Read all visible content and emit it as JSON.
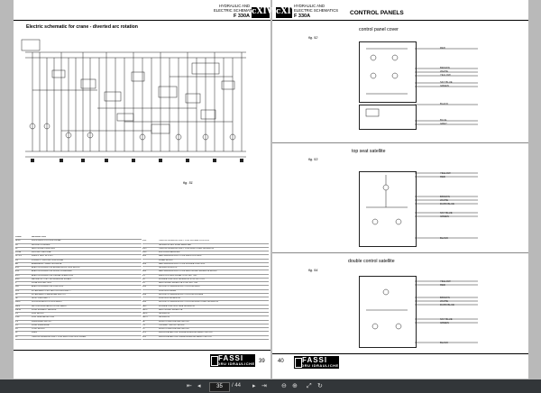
{
  "left_page": {
    "header_tag": "cXIV",
    "header_line1": "HYDRAULIC AND",
    "header_line2": "ELECTRIC SCHEMATICS",
    "model": "F 330A",
    "title": "Electric schematic for crane - diverted arc rotation",
    "figure": "fig. 51",
    "page_number": "39",
    "legend_header": {
      "code": "CODE",
      "description": "DESCRIPTION"
    },
    "legend_left": [
      {
        "code": "ALIM",
        "desc": "FASSI MAIN CONTROL PANEL"
      },
      {
        "code": "AV",
        "desc": "ACOUSTIC ALARM"
      },
      {
        "code": "LF",
        "desc": "ADDITIONAL FLASHING"
      },
      {
        "code": "FUSE",
        "desc": "PROTECTIVE FUSE"
      },
      {
        "code": "CH.1S",
        "desc": "LAMPS TEST 12 VOLT"
      },
      {
        "code": "D1",
        "desc": "POLARITY PROTECTION DIODE"
      },
      {
        "code": "ED",
        "desc": "EMERGENCY ELECTROVALVE"
      },
      {
        "code": "EV1",
        "desc": "ELECTROVALVE FOR ENABLING LIFTING BLOCK"
      },
      {
        "code": "EV2",
        "desc": "ELECTROVALVE FOR BOOM STABILIZER"
      },
      {
        "code": "EV3",
        "desc": "ELECTROVALVE FOR CRANE OPERATION"
      },
      {
        "code": "EV4",
        "desc": "DEVICE OF THE TWO WARNING ZONES"
      },
      {
        "code": "F",
        "desc": "FUSE PROTECTION"
      },
      {
        "code": "MG",
        "desc": "ELECTROVALVE FOR CONTROL"
      },
      {
        "code": "FC1",
        "desc": "INTELLIGENT PROTECTION PROXIMITY"
      },
      {
        "code": "FP",
        "desc": "INTELLIGENT PRESSURE SWITCH"
      },
      {
        "code": "SP",
        "desc": "SHIFT PROXIMITY"
      },
      {
        "code": "MRG",
        "desc": "CLOCKWISE ROTATION RELAY"
      },
      {
        "code": "MRS",
        "desc": "ANTICLOCKWISE ROTATION RELAY"
      },
      {
        "code": "LMSP",
        "desc": "LOAD MOMENT SENSOR"
      },
      {
        "code": "LS",
        "desc": "LOW BLOCK"
      },
      {
        "code": "LSD",
        "desc": "LOW SIDE DETECTION"
      },
      {
        "code": "PS",
        "desc": "PRESSURE SWITCH"
      },
      {
        "code": "PO",
        "desc": "LOAD PRESSURE"
      },
      {
        "code": "FC",
        "desc": "STOP BLOCK"
      },
      {
        "code": "LP",
        "desc": "LAMP"
      },
      {
        "code": "LV",
        "desc": "YELLOW WARNING LIGHT FOR MAIN CONTROL PANEL"
      }
    ],
    "legend_right": [
      {
        "code": "LG2",
        "desc": "YELLOW WARNING LIGHT FOR DOUBLE CONTROL"
      },
      {
        "code": "",
        "desc": "SATELLITE 90% LOAD REACHED"
      },
      {
        "code": "LG3",
        "desc": "YELLOW WARNING LIGHT FOR ADDITIONAL SATELLITE"
      },
      {
        "code": "LG4",
        "desc": "90% LOAD REACHED"
      },
      {
        "code": "LR1",
        "desc": "RED WARNING LIGHT FOR MAIN CONTROL"
      },
      {
        "code": "",
        "desc": "PANEL BLOCK"
      },
      {
        "code": "LR2",
        "desc": "RED WARNING LIGHT FOR DOUBLE CONTROL"
      },
      {
        "code": "",
        "desc": "SATELLITE BLOCK"
      },
      {
        "code": "LR3",
        "desc": "RED WARNING LIGHT FOR ADDITIONAL SATELLITE BLOCK"
      },
      {
        "code": "P1",
        "desc": "MAIN CONTROL PANEL STOP BUTTON"
      },
      {
        "code": "P2",
        "desc": "DOUBLE CONTROL SATELLITE STOP BUTTON"
      },
      {
        "code": "P3",
        "desc": "ADDITIONAL SATELLITE STOP BUTTON"
      },
      {
        "code": "PA1",
        "desc": "ACOUSTIC WARNING BUTTON FOR MAIN"
      },
      {
        "code": "",
        "desc": "CONTROL PANEL"
      },
      {
        "code": "PA2",
        "desc": "ACOUSTIC WARNING BUTTON FOR DOUBLE"
      },
      {
        "code": "",
        "desc": "CONTROL SATELLITE"
      },
      {
        "code": "PA3",
        "desc": "ACOUSTIC WARNING BUTTON FOR ADDITIONAL SATELLITE"
      },
      {
        "code": "SD1",
        "desc": "DOUBLE CONTROL SIDE SATELLITE"
      },
      {
        "code": "SAT1",
        "desc": "ADDITIONAL SATELLITE"
      },
      {
        "code": "SAT2",
        "desc": "SATELLITE"
      },
      {
        "code": "SAT3",
        "desc": "SATELLITE"
      },
      {
        "code": "SL",
        "desc": "WINCH LOAD LIMITER SWITCH"
      },
      {
        "code": "TU",
        "desc": "TROLLEY SWITCH BLOCK"
      },
      {
        "code": "TP",
        "desc": "WINCH LOAD LIMITER SWITCH"
      },
      {
        "code": "LV1",
        "desc": "MICRO-LEVER FOR SINGLE WARNING REACTIVATION"
      },
      {
        "code": "LV2",
        "desc": "MICRO-LEVER FOR CABLE WARNING REACTIVATION"
      }
    ],
    "logo_main": "FASSI",
    "logo_sub": "GRU IDRAULICHE"
  },
  "right_page": {
    "header_tag": "cXIV",
    "header_line1": "HYDRAULIC AND",
    "header_line2": "ELECTRIC SCHEMATICS",
    "model": "F 330A",
    "title": "CONTROL PANELS",
    "page_number": "40",
    "logo_main": "FASSI",
    "logo_sub": "GRU IDRAULICHE",
    "sections": [
      {
        "caption": "control panel cover",
        "figure": "fig. 52",
        "wires": [
          "RED",
          "BROWN",
          "WHITE",
          "YELLOW",
          "SKY BLUE",
          "GREEN",
          "BLACK",
          "BLUE",
          "GREY"
        ]
      },
      {
        "caption": "top seat satellite",
        "figure": "fig. 53",
        "wires": [
          "YELLOW",
          "RED",
          "BROWN",
          "WHITE",
          "DARK BLUE",
          "SKY BLUE",
          "GREEN",
          "BLACK"
        ]
      },
      {
        "caption": "double control satellite",
        "figure": "fig. 54",
        "wires": [
          "YELLOW",
          "RED",
          "BROWN",
          "WHITE",
          "DARK BLUE",
          "SKY BLUE",
          "GREEN",
          "BLACK"
        ]
      }
    ]
  },
  "viewer": {
    "current_page": "35",
    "page_total": "/ 44"
  }
}
